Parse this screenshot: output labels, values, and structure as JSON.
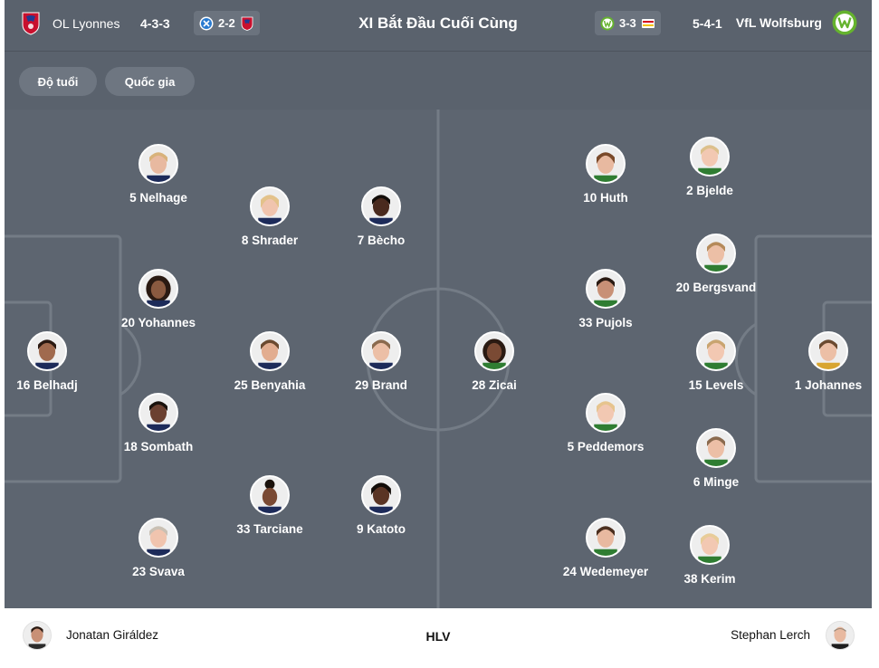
{
  "header": {
    "home": {
      "name": "OL Lyonnes",
      "formation": "4-3-3",
      "crest_icon": "ol-lyonnes-crest-icon",
      "crest_color": "#c8102e"
    },
    "h2h_home": {
      "score": "2-2",
      "left_icon": "strasbourg-crest-icon",
      "right_icon": "ol-lyonnes-crest-icon"
    },
    "title": "XI Bắt Đầu Cuối Cùng",
    "h2h_away": {
      "score": "3-3",
      "left_icon": "wolfsburg-crest-icon",
      "right_icon": "union-berlin-crest-icon"
    },
    "away": {
      "name": "VfL Wolfsburg",
      "formation": "5-4-1",
      "crest_icon": "wolfsburg-crest-icon",
      "crest_color": "#65b32e"
    }
  },
  "filters": [
    {
      "label": "Độ tuổi"
    },
    {
      "label": "Quốc gia"
    }
  ],
  "lineup": {
    "home": [
      {
        "label": "16 Belhadj"
      },
      {
        "label": "5 Nelhage"
      },
      {
        "label": "20 Yohannes"
      },
      {
        "label": "18 Sombath"
      },
      {
        "label": "23 Svava"
      },
      {
        "label": "8 Shrader"
      },
      {
        "label": "25 Benyahia"
      },
      {
        "label": "33 Tarciane"
      },
      {
        "label": "7 Bècho"
      },
      {
        "label": "29 Brand"
      },
      {
        "label": "9 Katoto"
      }
    ],
    "away": [
      {
        "label": "28 Zicai"
      },
      {
        "label": "10 Huth"
      },
      {
        "label": "33 Pujols"
      },
      {
        "label": "5 Peddemors"
      },
      {
        "label": "24 Wedemeyer"
      },
      {
        "label": "2 Bjelde"
      },
      {
        "label": "20 Bergsvand"
      },
      {
        "label": "15 Levels"
      },
      {
        "label": "6 Minge"
      },
      {
        "label": "38 Kerim"
      },
      {
        "label": "1 Johannes"
      }
    ]
  },
  "coaches": {
    "home": "Jonatan Giráldez",
    "label": "HLV",
    "away": "Stephan Lerch"
  },
  "colors": {
    "pitch": "#5d6570",
    "header": "#5a626d",
    "pill": "#6e7681",
    "lines": "#747c86"
  }
}
